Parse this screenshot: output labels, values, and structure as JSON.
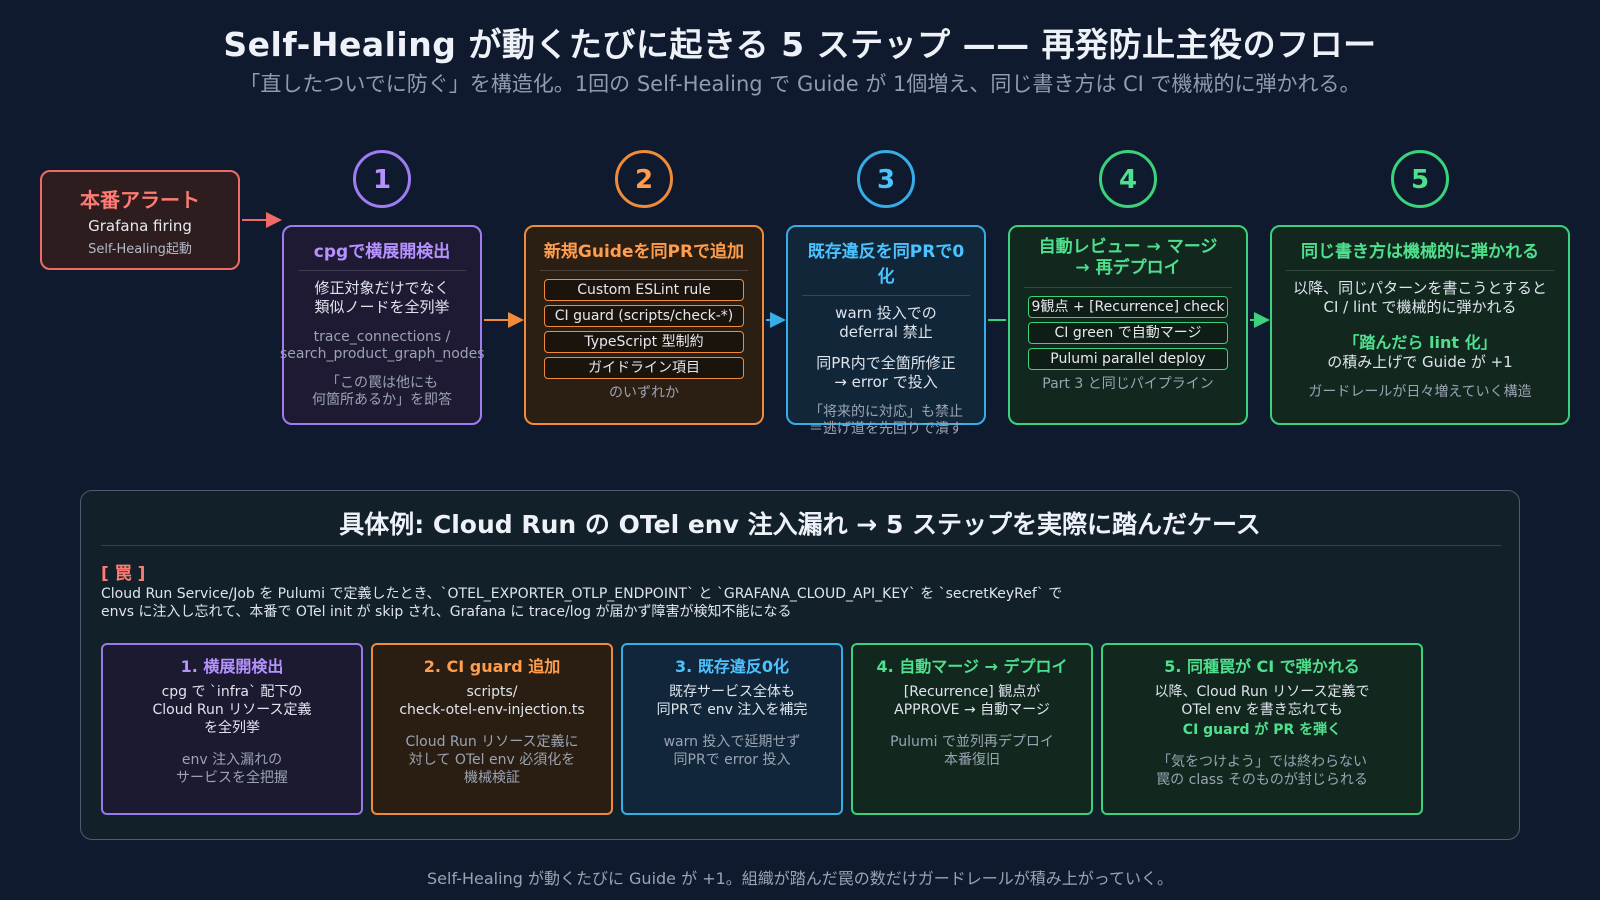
{
  "title": "Self-Healing が動くたびに起きる 5 ステップ —— 再発防止主役のフロー",
  "subtitle": "「直したついでに防ぐ」を構造化。1回の Self-Healing で Guide が 1個増え、同じ書き方は CI で機械的に弾かれる。",
  "alert": {
    "title": "本番アラート",
    "line1": "Grafana firing",
    "line2": "Self-Healing起動"
  },
  "steps": [
    {
      "num": "1",
      "title": "cpgで横展開検出",
      "lines": [
        "修正対象だけでなく",
        "類似ノードを全列挙"
      ],
      "meta": [
        "trace_connections /",
        "search_product_graph_nodes"
      ],
      "note": [
        "「この罠は他にも",
        "何箇所あるか」を即答"
      ]
    },
    {
      "num": "2",
      "title": "新規Guideを同PRで追加",
      "tags": [
        "Custom ESLint rule",
        "CI guard (scripts/check-*)",
        "TypeScript 型制約",
        "ガイドライン項目"
      ],
      "note": "のいずれか"
    },
    {
      "num": "3",
      "title": "既存違反を同PRで0化",
      "lines": [
        "warn 投入での",
        "deferral 禁止"
      ],
      "lines2": [
        "同PR内で全箇所修正",
        "→ error で投入"
      ],
      "note": [
        "「将来的に対応」も禁止",
        "＝逃げ道を先回りで潰す"
      ]
    },
    {
      "num": "4",
      "title": "自動レビュー → マージ → 再デプロイ",
      "title_l1": "自動レビュー → マージ",
      "title_l2": "→ 再デプロイ",
      "tags": [
        "9観点 + [Recurrence] check",
        "CI green で自動マージ",
        "Pulumi parallel deploy"
      ],
      "note": "Part 3 と同じパイプライン"
    },
    {
      "num": "5",
      "title": "同じ書き方は機械的に弾かれる",
      "lines": [
        "以降、同じパターンを書こうとすると",
        "CI / lint で機械的に弾かれる"
      ],
      "strong": "「踏んだら lint 化」",
      "line3": "の積み上げで Guide が +1",
      "note": "ガードレールが日々増えていく構造"
    }
  ],
  "example": {
    "title": "具体例: Cloud Run の OTel env 注入漏れ → 5 ステップを実際に踏んだケース",
    "trap_heading": "[ 罠 ]",
    "trap_line1": "Cloud Run Service/Job を Pulumi で定義したとき、`OTEL_EXPORTER_OTLP_ENDPOINT` と `GRAFANA_CLOUD_API_KEY` を `secretKeyRef` で",
    "trap_line2": "envs に注入し忘れて、本番で OTel init が skip され、Grafana に trace/log が届かず障害が検知不能になる",
    "cards": [
      {
        "title": "1. 横展開検出",
        "lines": [
          "cpg で `infra` 配下の",
          "Cloud Run リソース定義",
          "を全列挙"
        ],
        "note": [
          "env 注入漏れの",
          "サービスを全把握"
        ]
      },
      {
        "title": "2. CI guard 追加",
        "lines": [
          "scripts/",
          "check-otel-env-injection.ts"
        ],
        "note": [
          "Cloud Run リソース定義に",
          "対して OTel env 必須化を",
          "機械検証"
        ]
      },
      {
        "title": "3. 既存違反0化",
        "lines": [
          "既存サービス全体も",
          "同PRで env 注入を補完"
        ],
        "note": [
          "warn 投入で延期せず",
          "同PRで error 投入"
        ]
      },
      {
        "title": "4. 自動マージ → デプロイ",
        "lines": [
          "[Recurrence] 観点が",
          "APPROVE → 自動マージ"
        ],
        "note": [
          "Pulumi で並列再デプロイ",
          "本番復旧"
        ]
      },
      {
        "title": "5. 同種罠が CI で弾かれる",
        "lines": [
          "以降、Cloud Run リソース定義で",
          "OTel env を書き忘れても"
        ],
        "strong": "CI guard が PR を弾く",
        "note": [
          "「気をつけよう」では終わらない",
          "罠の class そのものが封じられる"
        ]
      }
    ]
  },
  "footer": "Self-Healing が動くたびに Guide が +1。組織が踏んだ罠の数だけガードレールが積み上がっていく。",
  "colors": {
    "background": "#0f1a2e",
    "alert": "#ef6b67",
    "purple": "#a07cf0",
    "orange": "#f08b3a",
    "blue": "#35aee8",
    "green": "#3ad27a"
  }
}
